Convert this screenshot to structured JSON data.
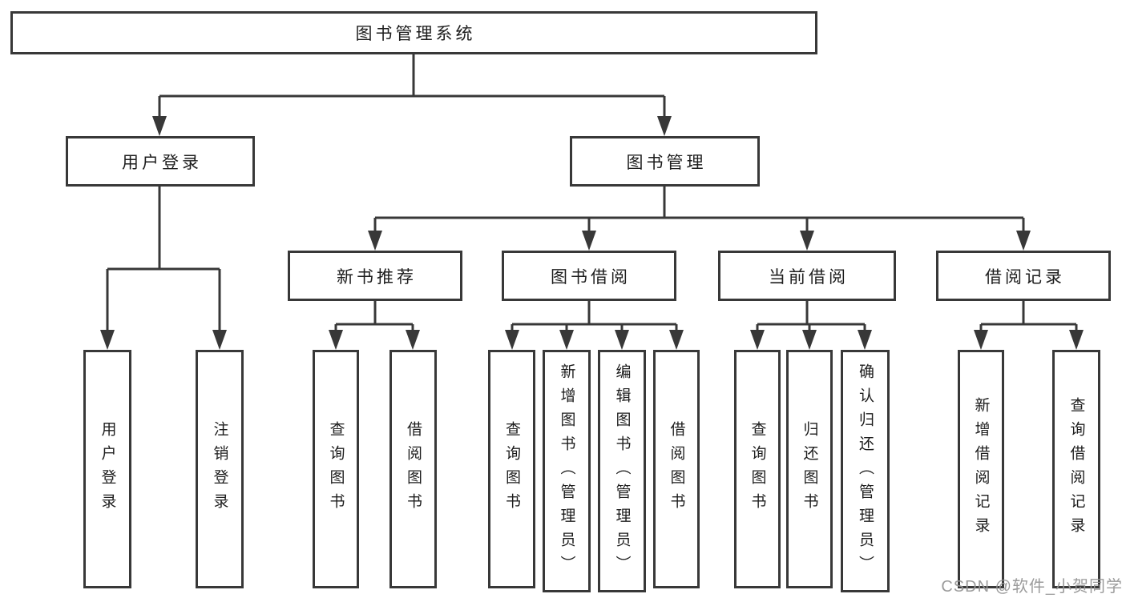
{
  "diagram_title": "图书管理系统",
  "tree": {
    "label": "图书管理系统",
    "children": [
      {
        "label": "用户登录",
        "children": [
          {
            "label": "用户登录"
          },
          {
            "label": "注销登录"
          }
        ]
      },
      {
        "label": "图书管理",
        "children": [
          {
            "label": "新书推荐",
            "children": [
              {
                "label": "查询图书"
              },
              {
                "label": "借阅图书"
              }
            ]
          },
          {
            "label": "图书借阅",
            "children": [
              {
                "label": "查询图书"
              },
              {
                "label": "新增图书（管理员）"
              },
              {
                "label": "编辑图书（管理员）"
              },
              {
                "label": "借阅图书"
              }
            ]
          },
          {
            "label": "当前借阅",
            "children": [
              {
                "label": "查询图书"
              },
              {
                "label": "归还图书"
              },
              {
                "label": "确认归还（管理员）"
              }
            ]
          },
          {
            "label": "借阅记录",
            "children": [
              {
                "label": "新增借阅记录"
              },
              {
                "label": "查询借阅记录"
              }
            ]
          }
        ]
      }
    ]
  },
  "watermark": "CSDN @软件_小贺同学",
  "colors": {
    "line": "#383838",
    "box_border": "#383838",
    "box_background": "#ffffff",
    "text": "#1d1d1d",
    "page_background": "#ffffff",
    "watermark": "#969696"
  }
}
